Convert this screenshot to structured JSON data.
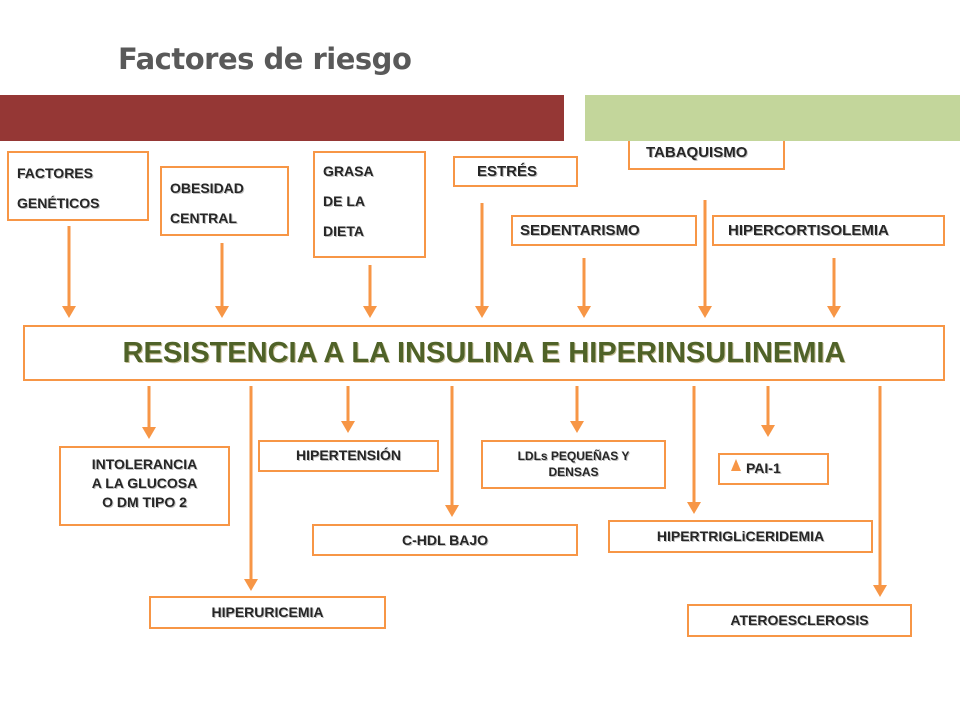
{
  "title": "Factores de riesgo",
  "colors": {
    "header_bar_left": "#953735",
    "header_bar_right": "#c3d69b",
    "box_border": "#f79646",
    "arrow": "#f79646",
    "main_text": "#4f6228"
  },
  "causes": {
    "factores_geneticos": [
      "FACTORES",
      "GENÉTICOS"
    ],
    "obesidad_central": [
      "OBESIDAD",
      "CENTRAL"
    ],
    "grasa_dieta": [
      "GRASA",
      "DE LA",
      "DIETA"
    ],
    "estres": "ESTRÉS",
    "tabaquismo": "TABAQUISMO",
    "sedentarismo": "SEDENTARISMO",
    "hipercortisolemia": "HIPERCORTISOLEMIA"
  },
  "central": "RESISTENCIA A LA INSULINA E HIPERINSULINEMIA",
  "effects": {
    "intolerancia": [
      "INTOLERANCIA",
      "A LA GLUCOSA",
      "O DM TIPO 2"
    ],
    "hipertension": "HIPERTENSIÓN",
    "ldl": [
      "LDLs PEQUEÑAS Y",
      "DENSAS"
    ],
    "pai1": "PAI-1",
    "chdl": "C-HDL BAJO",
    "hipertrigliceridemia": "HIPERTRIGLiCERIDEMIA",
    "hiperuricemia": "HIPERURICEMIA",
    "ateroesclerosis": "ATEROESCLEROSIS"
  }
}
